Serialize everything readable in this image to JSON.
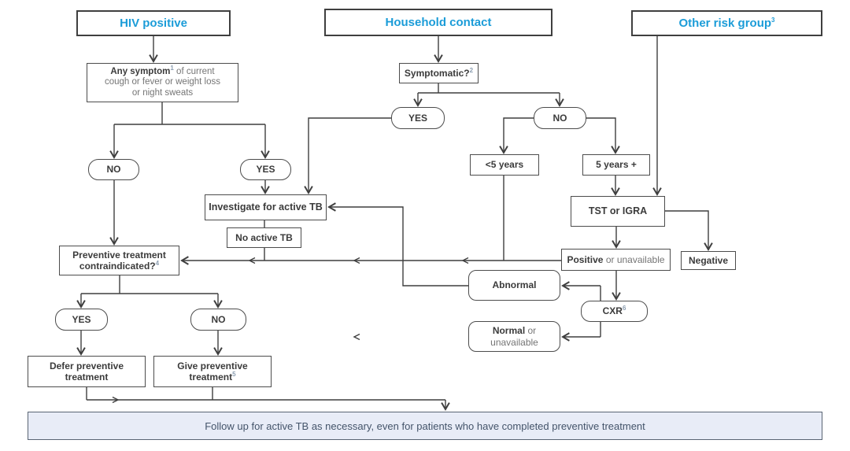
{
  "colors": {
    "accent_blue": "#1b9cd8",
    "line": "#3f3f3f",
    "gray_text": "#757575",
    "bar_fill": "#e8ecf7"
  },
  "nodes": {
    "hiv_positive": {
      "label": "HIV positive"
    },
    "household_contact": {
      "label": "Household contact"
    },
    "other_risk_group": {
      "label": "Other risk group",
      "sup": "3"
    },
    "any_symptom": {
      "bold": "Any symptom",
      "sup": "1",
      "rest": " of current",
      "line2": "cough or fever or weight loss",
      "line3": "or night sweats"
    },
    "symptomatic": {
      "label": "Symptomatic?",
      "sup": "2"
    },
    "hh_yes": {
      "label": "YES"
    },
    "hh_no": {
      "label": "NO"
    },
    "under5": {
      "label": "<5 years"
    },
    "over5": {
      "label": "5 years +"
    },
    "hiv_no": {
      "label": "NO"
    },
    "hiv_yes": {
      "label": "YES"
    },
    "investigate": {
      "label": "Investigate for active TB"
    },
    "no_active_tb": {
      "label": "No active TB"
    },
    "tst": {
      "label": "TST or IGRA"
    },
    "positive": {
      "bold": "Positive",
      "rest": " or unavailable"
    },
    "negative": {
      "label": "Negative"
    },
    "contraindicated": {
      "line1": "Preventive treatment",
      "line2": "contraindicated?",
      "sup": "4"
    },
    "abnormal": {
      "label": "Abnormal"
    },
    "cxr": {
      "label": "CXR",
      "sup": "6"
    },
    "normal": {
      "bold": "Normal",
      "rest": " or",
      "line2": "unavailable"
    },
    "ct_yes": {
      "label": "YES"
    },
    "ct_no": {
      "label": "NO"
    },
    "defer": {
      "line1": "Defer preventive",
      "line2": "treatment"
    },
    "give": {
      "line1": "Give preventive",
      "line2": "treatment",
      "sup": "5"
    },
    "followup": {
      "label": "Follow up for active TB as necessary, even for patients who have completed preventive treatment"
    }
  }
}
